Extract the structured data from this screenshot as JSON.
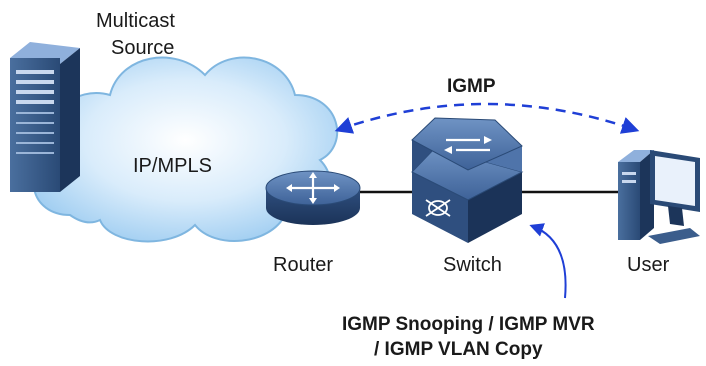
{
  "labels": {
    "source_line1": "Multicast",
    "source_line2": "Source",
    "cloud": "IP/MPLS",
    "protocol": "IGMP",
    "router": "Router",
    "switch": "Switch",
    "user": "User",
    "feature_line1": "IGMP Snooping / IGMP MVR",
    "feature_line2": "/ IGMP VLAN Copy"
  },
  "icons": {
    "source": "server-icon",
    "cloud": "cloud-icon",
    "router": "router-icon",
    "switch": "switch-icon",
    "user": "desktop-computer-icon"
  },
  "colors": {
    "cloud_fill": "#bfe0f7",
    "cloud_stroke": "#7fb6e0",
    "device_blue": "#3b5d8c",
    "device_dark": "#1f3a60",
    "igmp_arrow": "#1f3fd6",
    "link": "#111111"
  }
}
